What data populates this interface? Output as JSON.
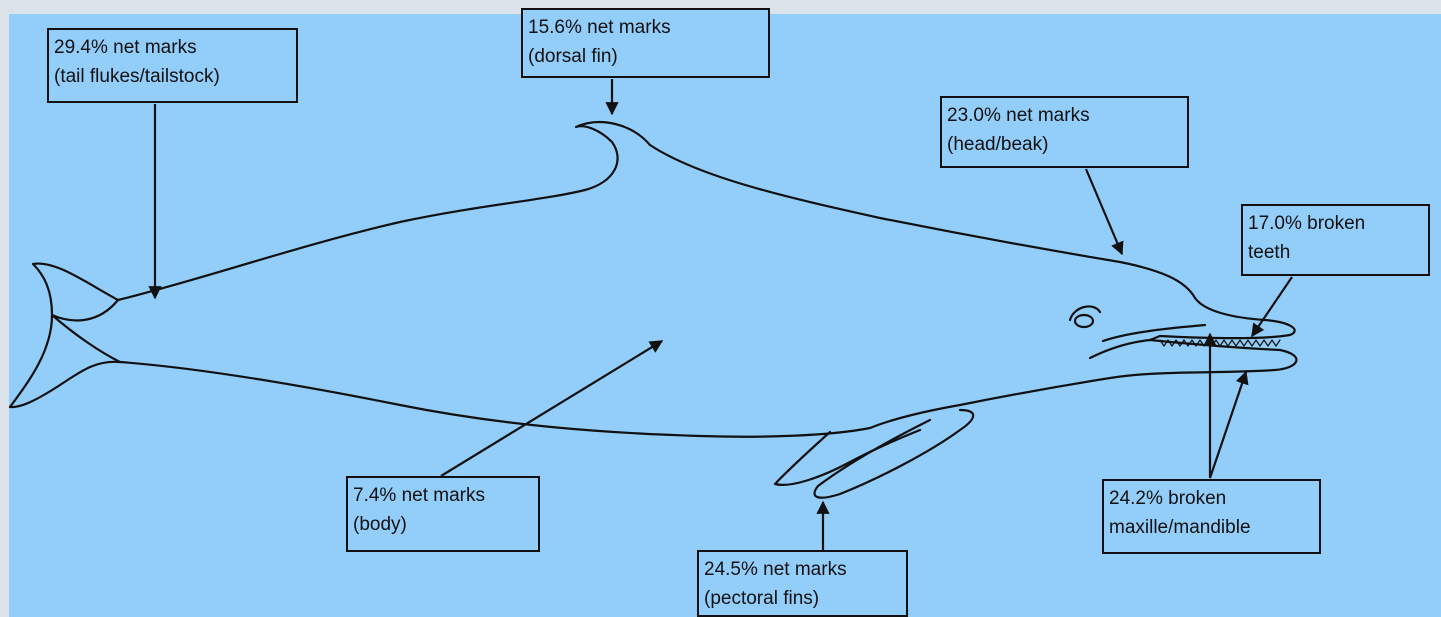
{
  "colors": {
    "background": "#93cdfa",
    "frame": "#dde3ea",
    "ink": "#111111"
  },
  "labels": {
    "tail": {
      "line1": "29.4% net marks",
      "line2": "(tail flukes/tailstock)"
    },
    "dorsal": {
      "line1": "15.6% net marks",
      "line2": "(dorsal fin)"
    },
    "head": {
      "line1": "23.0% net marks",
      "line2": "(head/beak)"
    },
    "teeth": {
      "line1": "17.0% broken",
      "line2": "teeth"
    },
    "body": {
      "line1": "7.4% net marks",
      "line2": "(body)"
    },
    "pectoral": {
      "line1": "24.5% net marks",
      "line2": "(pectoral fins)"
    },
    "jaw": {
      "line1": "24.2% broken",
      "line2": "maxille/mandible"
    }
  }
}
